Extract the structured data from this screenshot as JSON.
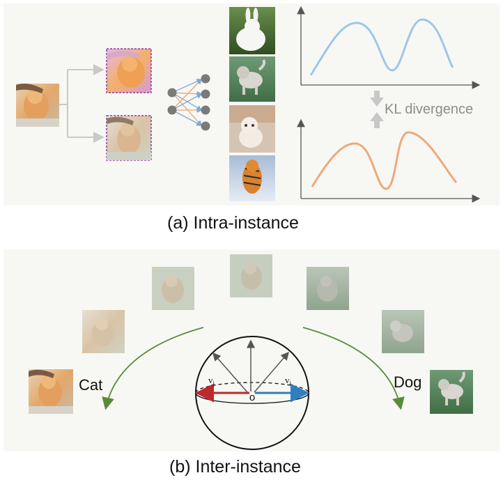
{
  "captions": {
    "a": "(a) Intra-instance",
    "b": "(b) Inter-instance"
  },
  "labels": {
    "kl": "KL divergence",
    "cat": "Cat",
    "dog": "Dog",
    "origin": "o",
    "vj": "v",
    "vj_sub": "j",
    "vi": "v",
    "vi_sub": "i"
  },
  "images": [
    "kitten-input-photo",
    "kitten-augmented-photo",
    "kitten-augmented-photo",
    "rabbit-photo",
    "husky-puppy-photo",
    "kitten-photo",
    "tiger-photo",
    "cat-photo",
    "cat-dog-mix-photo",
    "dog-photo"
  ],
  "colors": {
    "blue_curve": "#9fc6e6",
    "orange_curve": "#f0a878",
    "arc_green": "#5a8a3a",
    "red_vector": "#c0292b",
    "blue_vector": "#2d7fc1",
    "augment_border": "#8b3aa8"
  }
}
